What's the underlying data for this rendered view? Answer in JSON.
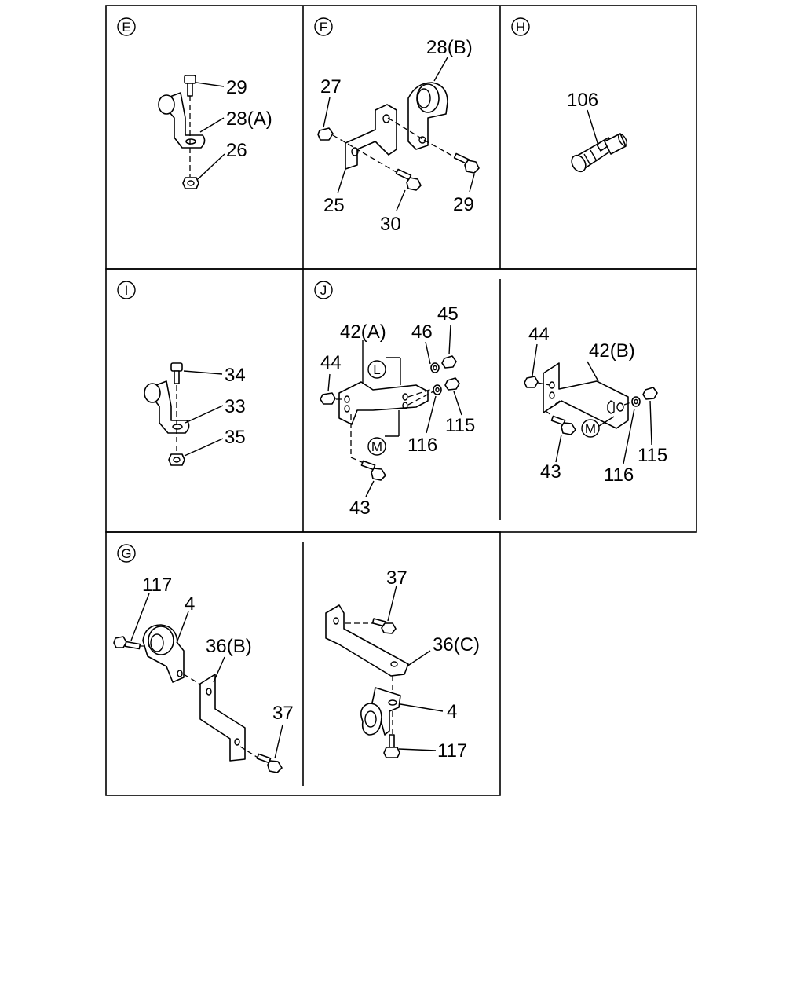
{
  "panels": {
    "E": {
      "tag": "E",
      "labels": {
        "p29": "29",
        "p28a": "28(A)",
        "p26": "26"
      }
    },
    "F": {
      "tag": "F",
      "labels": {
        "p28b": "28(B)",
        "p27": "27",
        "p25": "25",
        "p30": "30",
        "p29": "29"
      }
    },
    "H": {
      "tag": "H",
      "labels": {
        "p106": "106"
      }
    },
    "I": {
      "tag": "I",
      "labels": {
        "p34": "34",
        "p33": "33",
        "p35": "35"
      }
    },
    "J": {
      "tag": "J",
      "labels": {
        "p42a": "42(A)",
        "p46": "46",
        "p45": "45",
        "p44": "44",
        "pL": "L",
        "p115": "115",
        "pM": "M",
        "p116": "116",
        "p43": "43"
      }
    },
    "J2": {
      "labels": {
        "p44": "44",
        "p42b": "42(B)",
        "p43": "43",
        "pM": "M",
        "p116": "116",
        "p115": "115"
      }
    },
    "G": {
      "tag": "G",
      "labels": {
        "p117": "117",
        "p4": "4",
        "p36b": "36(B)",
        "p37": "37"
      }
    },
    "G2": {
      "labels": {
        "p37": "37",
        "p36c": "36(C)",
        "p4": "4",
        "p117": "117"
      }
    }
  }
}
